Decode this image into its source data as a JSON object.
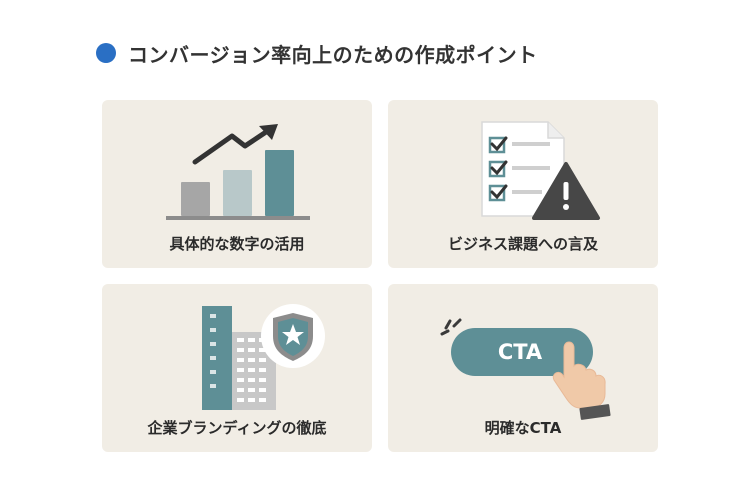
{
  "header": {
    "title": "コンバージョン率向上のための作成ポイント",
    "accent_color": "#2a6fc4"
  },
  "cards": [
    {
      "label": "具体的な数字の活用",
      "icon": "bar-chart-rising-arrow-icon"
    },
    {
      "label": "ビジネス課題への言及",
      "icon": "checklist-warning-icon"
    },
    {
      "label": "企業ブランディングの徹底",
      "icon": "building-shield-star-icon"
    },
    {
      "label": "明確なCTA",
      "icon": "cta-button-hand-click-icon",
      "button_text": "CTA"
    }
  ],
  "colors": {
    "card_bg": "#f1ede5",
    "teal": "#5e8f96",
    "gray": "#a6a6a6",
    "light_teal": "#b8c8c9",
    "dark": "#3a3a3a"
  }
}
